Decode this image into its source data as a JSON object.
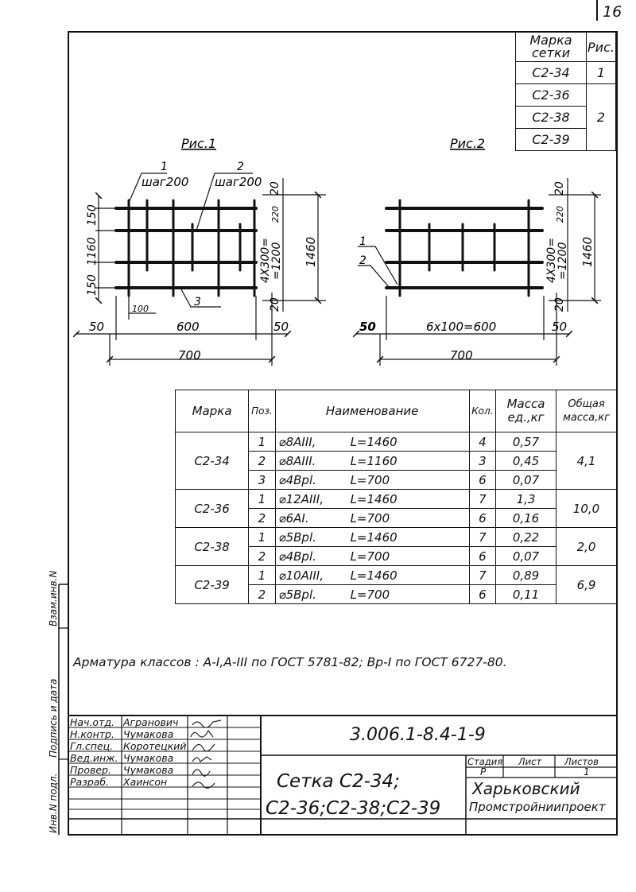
{
  "page_number": "16",
  "legend": {
    "header_mark": "Марка сетки",
    "header_fig": "Рис.",
    "rows": [
      {
        "mark": "С2-34",
        "fig": "1"
      },
      {
        "mark": "С2-36",
        "fig": "2"
      },
      {
        "mark": "С2-38",
        "fig": ""
      },
      {
        "mark": "С2-39",
        "fig": ""
      }
    ]
  },
  "fig1": {
    "title": "Рис.1",
    "pos1": "1",
    "pos2": "2",
    "pos3": "3",
    "step1": "шаг200",
    "step2": "шаг200",
    "dim_50a": "50",
    "dim_600": "600",
    "dim_50b": "50",
    "dim_700": "700",
    "dim_100": "100",
    "dim_150a": "150",
    "dim_1160": "1160",
    "dim_150b": "150",
    "dim_20a": "20",
    "dim_220": "220",
    "dim_4x300": "4X300=",
    "dim_1200": "=1200",
    "dim_20b": "20",
    "dim_1460": "1460"
  },
  "fig2": {
    "title": "Рис.2",
    "pos1": "1",
    "pos2": "2",
    "dim_50a": "50",
    "dim_6x100": "6x100=600",
    "dim_50b": "50",
    "dim_700": "700",
    "dim_20a": "20",
    "dim_220": "220",
    "dim_4x300": "4X300=",
    "dim_1200": "=1200",
    "dim_20b": "20",
    "dim_1460": "1460"
  },
  "spec": {
    "headers": {
      "mark": "Марка",
      "pos": "Поз.",
      "name": "Наименование",
      "qty": "Кол.",
      "mass_unit": "Масса ед.,кг",
      "mass_total": "Общая масса,кг"
    },
    "groups": [
      {
        "mark": "С2-34",
        "total": "4,1",
        "rows": [
          {
            "pos": "1",
            "dia": "⌀8АIII,",
            "len": "L=1460",
            "qty": "4",
            "mass": "0,57"
          },
          {
            "pos": "2",
            "dia": "⌀8АIII.",
            "len": "L=1160",
            "qty": "3",
            "mass": "0,45"
          },
          {
            "pos": "3",
            "dia": "⌀4Bpl.",
            "len": "L=700",
            "qty": "6",
            "mass": "0,07"
          }
        ]
      },
      {
        "mark": "С2-36",
        "total": "10,0",
        "rows": [
          {
            "pos": "1",
            "dia": "⌀12АIII,",
            "len": "L=1460",
            "qty": "7",
            "mass": "1,3"
          },
          {
            "pos": "2",
            "dia": "⌀6АI.",
            "len": "L=700",
            "qty": "6",
            "mass": "0,16"
          }
        ]
      },
      {
        "mark": "С2-38",
        "total": "2,0",
        "rows": [
          {
            "pos": "1",
            "dia": "⌀5Bpl.",
            "len": "L=1460",
            "qty": "7",
            "mass": "0,22"
          },
          {
            "pos": "2",
            "dia": "⌀4Bpl.",
            "len": "L=700",
            "qty": "6",
            "mass": "0,07"
          }
        ]
      },
      {
        "mark": "С2-39",
        "total": "6,9",
        "rows": [
          {
            "pos": "1",
            "dia": "⌀10АIII,",
            "len": "L=1460",
            "qty": "7",
            "mass": "0,89"
          },
          {
            "pos": "2",
            "dia": "⌀5Bpl.",
            "len": "L=700",
            "qty": "6",
            "mass": "0,11"
          }
        ]
      }
    ]
  },
  "note": "Арматура классов : A-I,A-III по ГОСТ 5781-82; Вр-I по ГОСТ 6727-80.",
  "side_labels": {
    "inv_podl": "Инв.N подл.",
    "podpis": "Подпись и дата",
    "vzam": "Взам.инв.N"
  },
  "stamp": {
    "roles": [
      {
        "role": "Нач.отд.",
        "name": "Агранович"
      },
      {
        "role": "Н.контр.",
        "name": "Чумакова"
      },
      {
        "role": "Гл.спец.",
        "name": "Коротецкий"
      },
      {
        "role": "Вед.инж.",
        "name": "Чумакова"
      },
      {
        "role": "Провер.",
        "name": "Чумакова"
      },
      {
        "role": "Разраб.",
        "name": "Хаинсон"
      }
    ],
    "doc_code": "3.006.1-8.4-1-9",
    "title_line1": "Сетка С2-34;",
    "title_line2": "С2-36;С2-38;С2-39",
    "stage_label": "Стадия",
    "sheet_label": "Лист",
    "sheets_label": "Листов",
    "stage": "Р",
    "sheet": "",
    "sheets": "1",
    "org_line1": "Харьковский",
    "org_line2": "Промстройниипроект"
  }
}
